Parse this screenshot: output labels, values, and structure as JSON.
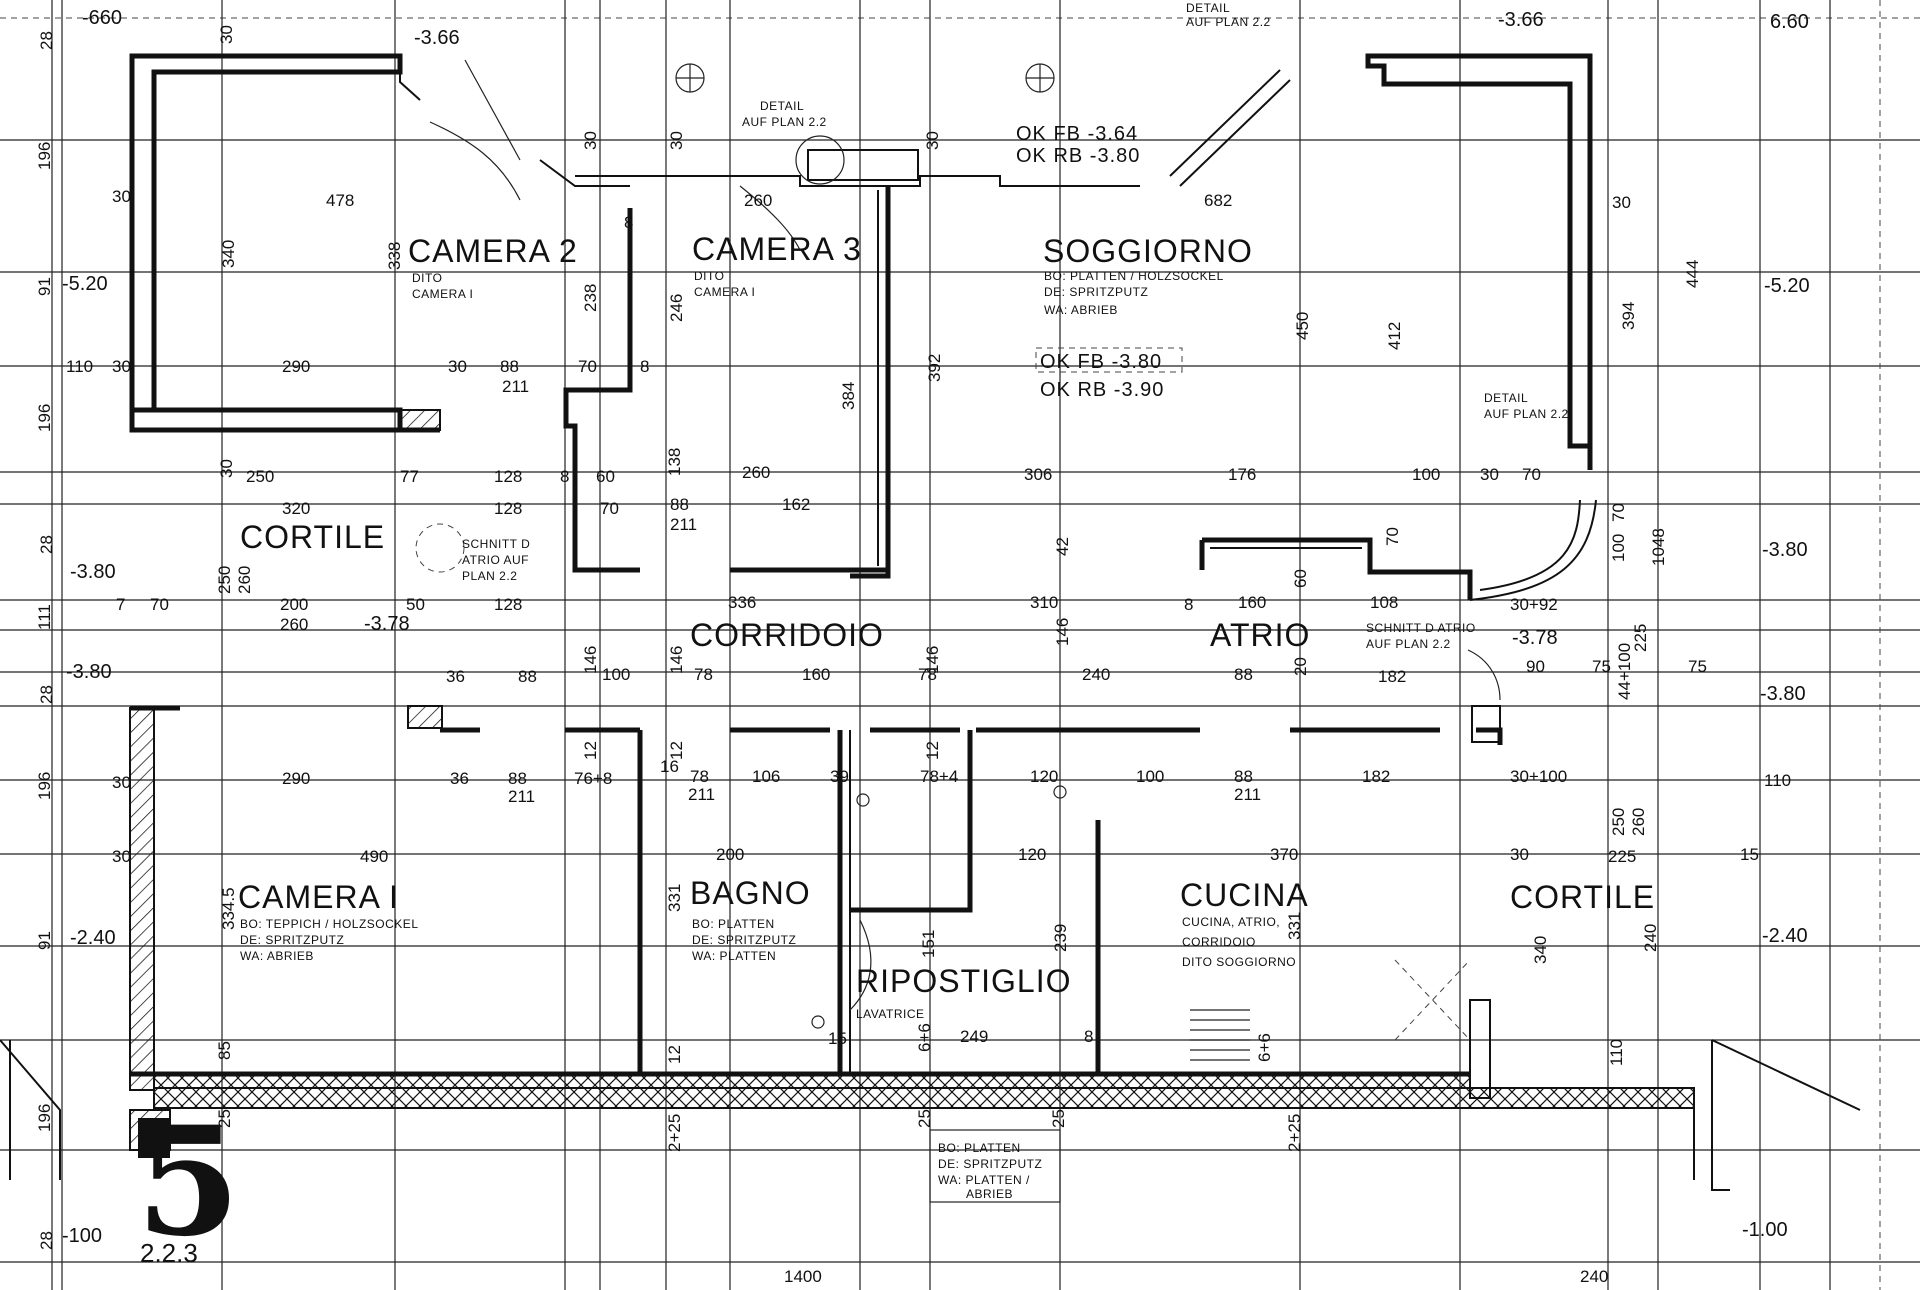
{
  "rooms": {
    "camera2": "CAMERA 2",
    "camera3": "CAMERA 3",
    "soggiorno": "SOGGIORNO",
    "cortile_top": "CORTILE",
    "corridoio": "CORRIDOIO",
    "atrio": "ATRIO",
    "camera1": "CAMERA I",
    "bagno": "BAGNO",
    "ripostiglio": "RIPOSTIGLIO",
    "cucina": "CUCINA",
    "cortile_bottom": "CORTILE"
  },
  "notes": {
    "camera2_1": "DITO",
    "camera2_2": "CAMERA I",
    "camera3_1": "DITO",
    "camera3_2": "CAMERA I",
    "soggiorno_1": "BO: PLATTEN / HOLZSOCKEL",
    "soggiorno_2": "DE: SPRITZPUTZ",
    "soggiorno_3": "WA: ABRIEB",
    "camera1_1": "BO: TEPPICH / HOLZSOCKEL",
    "camera1_2": "DE: SPRITZPUTZ",
    "camera1_3": "WA: ABRIEB",
    "bagno_1": "BO: PLATTEN",
    "bagno_2": "DE: SPRITZPUTZ",
    "bagno_3": "WA: PLATTEN",
    "cucina_1": "CUCINA, ATRIO,",
    "cucina_2": "CORRIDOIO",
    "cucina_3": "DITO SOGGIORNO",
    "lavatrice": "LAVATRICE",
    "ext_1": "BO: PLATTEN",
    "ext_2": "DE: SPRITZPUTZ",
    "ext_3": "WA: PLATTEN /",
    "ext_4": "ABRIEB",
    "detail_1a": "DETAIL",
    "detail_1b": "AUF PLAN 2.2",
    "detail_2a": "DETAIL",
    "detail_2b": "AUF PLAN 2.2",
    "detail_3a": "DETAIL",
    "detail_3b": "AUF PLAN 2.2",
    "schnitt_1a": "SCHNITT D",
    "schnitt_1b": "ATRIO AUF",
    "schnitt_1c": "PLAN 2.2",
    "schnitt_2a": "SCHNITT D ATRIO",
    "schnitt_2b": "AUF PLAN 2.2"
  },
  "levels": {
    "ok_fb_1": "OK FB -3.64",
    "ok_rb_1": "OK RB -3.80",
    "ok_fb_2": "OK FB -3.80",
    "ok_rb_2": "OK RB -3.90",
    "l_660a": "-660",
    "l_366a": "-3.66",
    "l_366b": "-3.66",
    "l_660b": "6.60",
    "l_520a": "-5.20",
    "l_520b": "-5.20",
    "l_380a": "-3.80",
    "l_380b": "-3.80",
    "l_380c": "-3.80",
    "l_380d": "-3.80",
    "l_378a": "-3.78",
    "l_378b": "-3.78",
    "l_240a": "-2.40",
    "l_240b": "-2.40",
    "l_100a": "-100",
    "l_100b": "-1.00"
  },
  "dims": {
    "d478": "478",
    "d340": "340",
    "d338": "338",
    "d290a": "290",
    "d30a": "30",
    "d88a": "88",
    "d211a": "211",
    "d70a": "70",
    "d8a": "8",
    "d238": "238",
    "d246": "246",
    "d260a": "260",
    "d682": "682",
    "d450": "450",
    "d412": "412",
    "d394": "394",
    "d444": "444",
    "d384": "384",
    "d392": "392",
    "d250a": "250",
    "d77": "77",
    "d128a": "128",
    "d60a": "60",
    "d138": "138",
    "d260b": "260",
    "d306": "306",
    "d176": "176",
    "d100a": "100",
    "d30b": "30",
    "d70b": "70",
    "d320": "320",
    "d128b": "128",
    "d70c": "70",
    "d162": "162",
    "d88b": "88",
    "d211b": "211",
    "d250b": "250",
    "d260c": "260",
    "d42": "42",
    "d70d": "70",
    "d60b": "60",
    "d200a": "200",
    "d260d": "260",
    "d50": "50",
    "d128c": "128",
    "d336": "336",
    "d310": "310",
    "d160a": "160",
    "d108": "108",
    "d30p92": "30+92",
    "d1048": "1048",
    "d36a": "36",
    "d88c": "88",
    "d146a": "146",
    "d100b": "100",
    "d146b": "146",
    "d78a": "78",
    "d160b": "160",
    "d78b": "78",
    "d146c": "146",
    "d240a": "240",
    "d88d": "88",
    "d20": "20",
    "d182a": "182",
    "d90": "90",
    "d75a": "75",
    "d75b": "75",
    "d225a": "225",
    "d290b": "290",
    "d36b": "36",
    "d88e": "88",
    "d211c": "211",
    "d76p8": "76+8",
    "d78c": "78",
    "d211d": "211",
    "d106": "106",
    "d39": "39",
    "d78p4": "78+4",
    "d120a": "120",
    "d100c": "100",
    "d88f": "88",
    "d211e": "211",
    "d182b": "182",
    "d30p100": "30+100",
    "d110a": "110",
    "d490": "490",
    "d200b": "200",
    "d120b": "120",
    "d370": "370",
    "d30c": "30",
    "d3345": "334.5",
    "d331a": "331",
    "d239": "239",
    "d151": "151",
    "d331b": "331",
    "d340b": "340",
    "d240b": "240",
    "d249": "249",
    "d6p6a": "6+6",
    "d6p6b": "6+6",
    "d110b": "110",
    "d25a": "25",
    "d25b": "25",
    "d25c": "25",
    "d2p25a": "2+25",
    "d2p25b": "2+25",
    "d1400": "1400",
    "d240c": "240",
    "d250c": "250",
    "d260e": "260",
    "d225b": "225",
    "d15": "15",
    "d12a": "12",
    "d12b": "12",
    "d196a": "196",
    "d196b": "196",
    "d196c": "196",
    "d196d": "196",
    "d91a": "91",
    "d91b": "91",
    "d111": "111",
    "d28a": "28",
    "d28b": "28",
    "d28c": "28",
    "d28d": "28",
    "d110c": "110",
    "d7": "7",
    "d70e": "70",
    "d85": "85",
    "d100d": "100",
    "d70f": "70",
    "d44p100": "44+100",
    "d30d": "30",
    "d30e": "30",
    "d30f": "30",
    "d30g": "30",
    "d30h": "30",
    "d8b": "8",
    "d8c": "8",
    "d8d": "8",
    "d8e": "8",
    "d12c": "12",
    "d12d": "12",
    "d16": "16",
    "d15b": "15"
  },
  "stamp": {
    "number": "5",
    "code": "2.2.3"
  }
}
